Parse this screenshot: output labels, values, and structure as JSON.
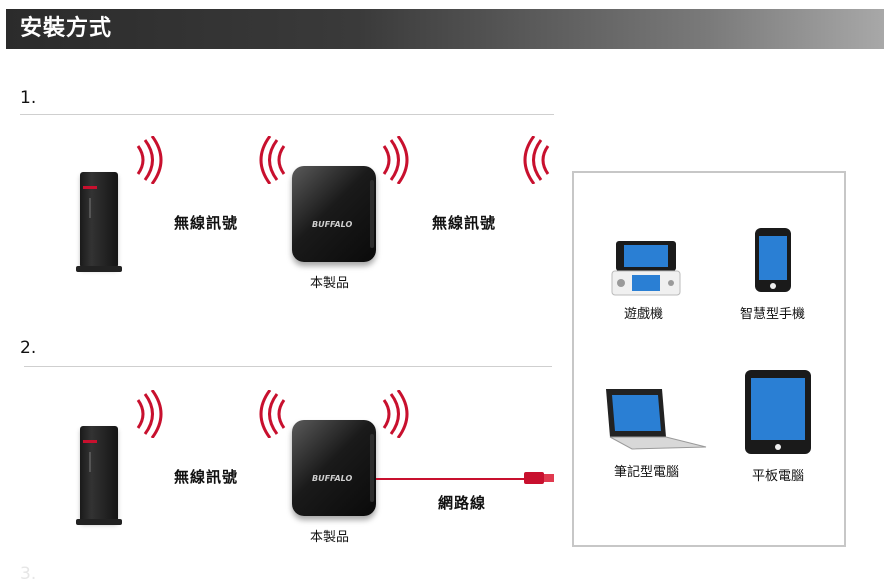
{
  "header": {
    "title": "安裝方式"
  },
  "steps": [
    {
      "number": "1.",
      "signal_left": "無線訊號",
      "signal_right": "無線訊號",
      "product_label": "本製品",
      "brand": "BUFFALO"
    },
    {
      "number": "2.",
      "signal_left": "無線訊號",
      "cable_label": "網路線",
      "product_label": "本製品",
      "brand": "BUFFALO"
    }
  ],
  "step3_number": "3.",
  "panel": {
    "devices": [
      {
        "label": "遊戲機",
        "icon": "game-console-icon"
      },
      {
        "label": "智慧型手機",
        "icon": "smartphone-icon"
      },
      {
        "label": "筆記型電腦",
        "icon": "laptop-icon"
      },
      {
        "label": "平板電腦",
        "icon": "tablet-icon"
      }
    ]
  },
  "colors": {
    "signal": "#c8102e",
    "cable": "#c8102e",
    "screen": "#2a7fd4"
  }
}
